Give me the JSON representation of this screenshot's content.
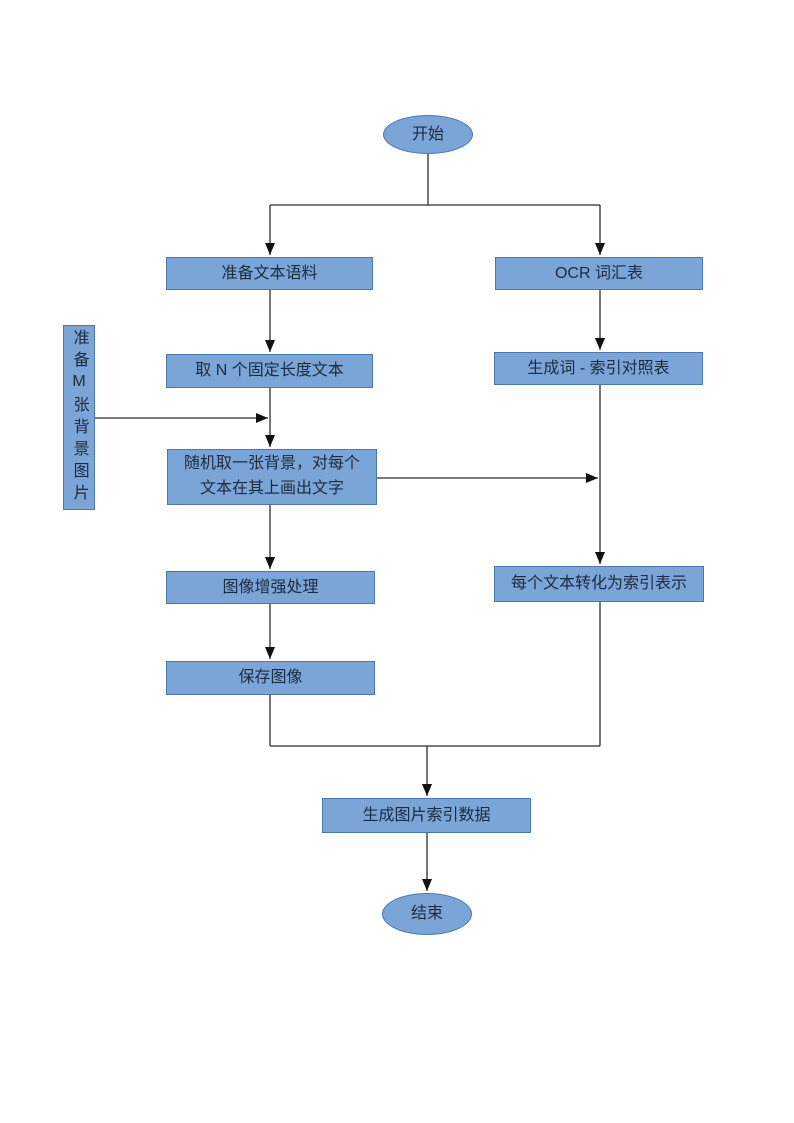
{
  "palette": {
    "node_fill": "#7BA4D7",
    "node_border": "#4A78B0",
    "connector_line": "#2D2D2D",
    "arrowhead": "#111111",
    "text": "#1C2B3E",
    "page_background": "#FFFFFF"
  },
  "flowchart": {
    "nodes": {
      "start": "开始",
      "prepare_corpus": "准备文本语料",
      "ocr_vocab": "OCR 词汇表",
      "take_n_texts": "取 N 个固定长度文本",
      "gen_word_index_table": "生成词 - 索引对照表",
      "prepare_m_backgrounds": "准备M张背景图片",
      "draw_text_line1": "随机取一张背景，对每个",
      "draw_text_line2": "文本在其上画出文字",
      "image_augment": "图像增强处理",
      "save_images": "保存图像",
      "text_to_index": "每个文本转化为索引表示",
      "gen_image_index_data": "生成图片索引数据",
      "end": "结束"
    }
  }
}
